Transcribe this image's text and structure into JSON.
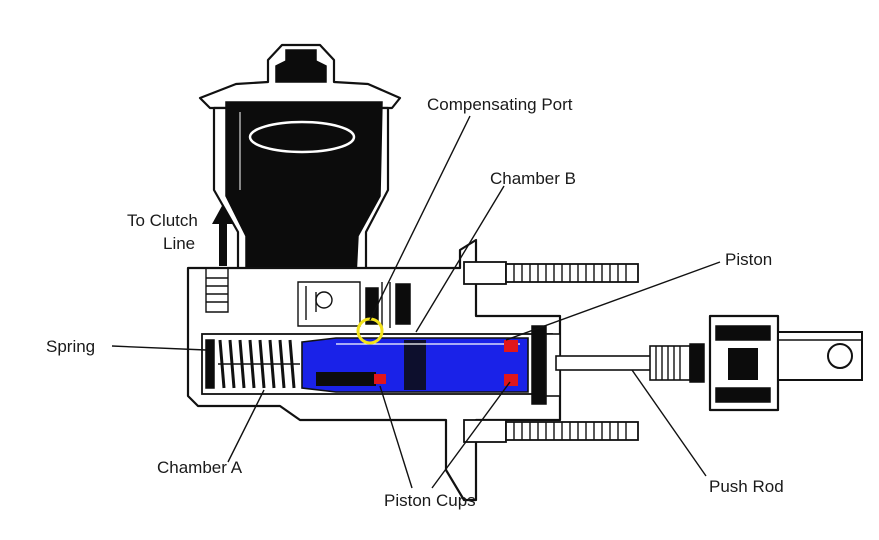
{
  "diagram": {
    "labels": {
      "compensating_port": "Compensating Port",
      "chamber_b": "Chamber B",
      "to_clutch_line_1": "To Clutch",
      "to_clutch_line_2": "Line",
      "piston": "Piston",
      "spring": "Spring",
      "chamber_a": "Chamber A",
      "piston_cups": "Piston Cups",
      "push_rod": "Push Rod"
    },
    "colors": {
      "piston": "#1a22e8",
      "piston_cups": "#e0161b",
      "compensating_port_highlight": "#f2e21a",
      "line": "#111111"
    }
  }
}
